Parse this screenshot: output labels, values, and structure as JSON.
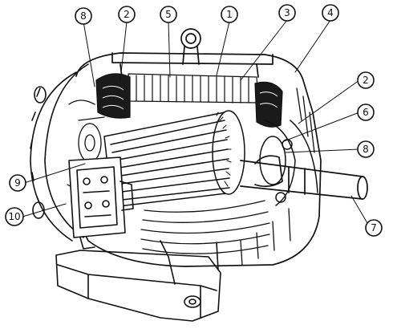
{
  "diagram": {
    "callouts": [
      {
        "id": "c-8-top",
        "label": "8"
      },
      {
        "id": "c-2-top",
        "label": "2"
      },
      {
        "id": "c-5",
        "label": "5"
      },
      {
        "id": "c-1",
        "label": "1"
      },
      {
        "id": "c-3",
        "label": "3"
      },
      {
        "id": "c-4",
        "label": "4"
      },
      {
        "id": "c-2-right",
        "label": "2"
      },
      {
        "id": "c-6",
        "label": "6"
      },
      {
        "id": "c-8-right",
        "label": "8"
      },
      {
        "id": "c-9",
        "label": "9"
      },
      {
        "id": "c-10",
        "label": "10"
      },
      {
        "id": "c-7",
        "label": "7"
      }
    ]
  }
}
